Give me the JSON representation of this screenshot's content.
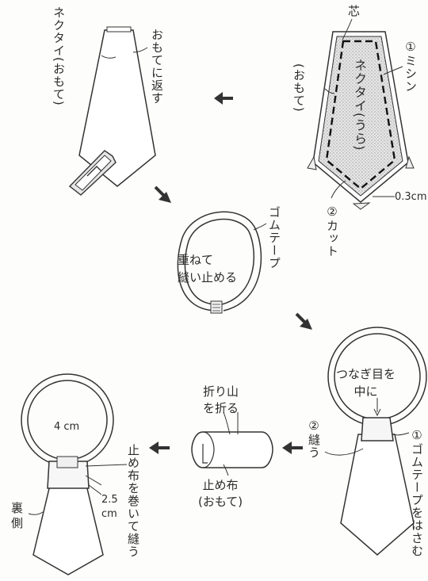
{
  "step1": {
    "necktie_front_label": "ネクタイ(おもて)",
    "turn_inside_label": "おもてに返す"
  },
  "step0": {
    "core_label": "芯",
    "necktie_back_label": "ネクタイ(うら)",
    "front_label": "(おもて)",
    "sew_label": "①ミシン",
    "cut_label": "②カット",
    "seam_allowance": "0.3cm"
  },
  "step2": {
    "rubber_tape_label": "ゴムテープ",
    "overlap_sew_label": "重ねて\n縫い止める"
  },
  "step3": {
    "joint_center_label": "つなぎ目を\n中に",
    "sew_label": "②縫う",
    "insert_tape_label": "①ゴムテープをはさむ"
  },
  "step4": {
    "fold_label": "折り山\nを折る",
    "stop_cloth_label": "止め布\n(おもて)"
  },
  "step5": {
    "width_label": "4 cm",
    "height_label": "2.5\ncm",
    "wrap_sew_label": "止め布を巻いて縫う",
    "back_label": "裏\n側"
  }
}
